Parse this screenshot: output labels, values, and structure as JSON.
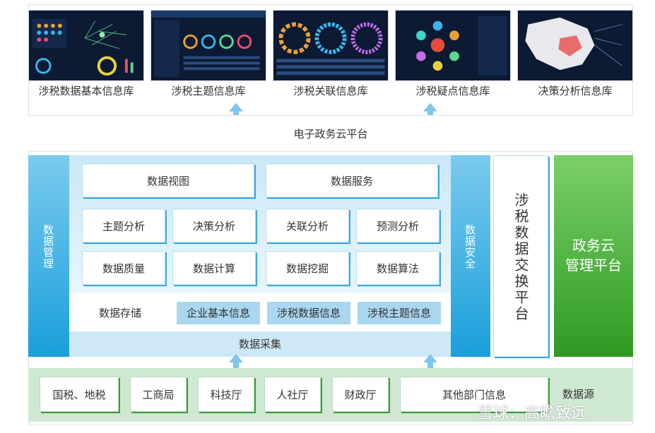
{
  "top_modules": [
    {
      "label": "涉税数据基本信息库",
      "thumb_icon": "dashboard-graph-thumbnail"
    },
    {
      "label": "涉税主题信息库",
      "thumb_icon": "dashboard-rings-thumbnail"
    },
    {
      "label": "涉税关联信息库",
      "thumb_icon": "dashboard-radial-thumbnail"
    },
    {
      "label": "涉税疑点信息库",
      "thumb_icon": "dashboard-bubbles-thumbnail"
    },
    {
      "label": "决策分析信息库",
      "thumb_icon": "dashboard-map-thumbnail"
    }
  ],
  "cloud_platform": "电子政务云平台",
  "data_management": "数据管理",
  "data_view": "数据视图",
  "data_service": "数据服务",
  "analysis": [
    "主题分析",
    "决策分析",
    "关联分析",
    "预测分析"
  ],
  "processing": [
    "数据质量",
    "数据计算",
    "数据挖掘",
    "数据算法"
  ],
  "storage": {
    "label": "数据存储",
    "items": [
      "企业基本信息",
      "涉税数据信息",
      "涉税主题信息"
    ]
  },
  "collection": "数据采集",
  "data_security": "数据安全",
  "exchange_platform": "涉税数据交换平台",
  "gov_cloud_mgmt": {
    "line1": "政务云",
    "line2": "管理平台"
  },
  "sources": [
    "国税、地税",
    "工商局",
    "科技厅",
    "人社厅",
    "财政厅",
    "其他部门信息"
  ],
  "sources_label": "数据源",
  "watermark": "雪球：高瞻致远",
  "colors": {
    "blue": "#1a9fdb",
    "light_blue": "#c9e8f7",
    "green": "#2e9a22",
    "source_band": "#cfe8d1"
  }
}
